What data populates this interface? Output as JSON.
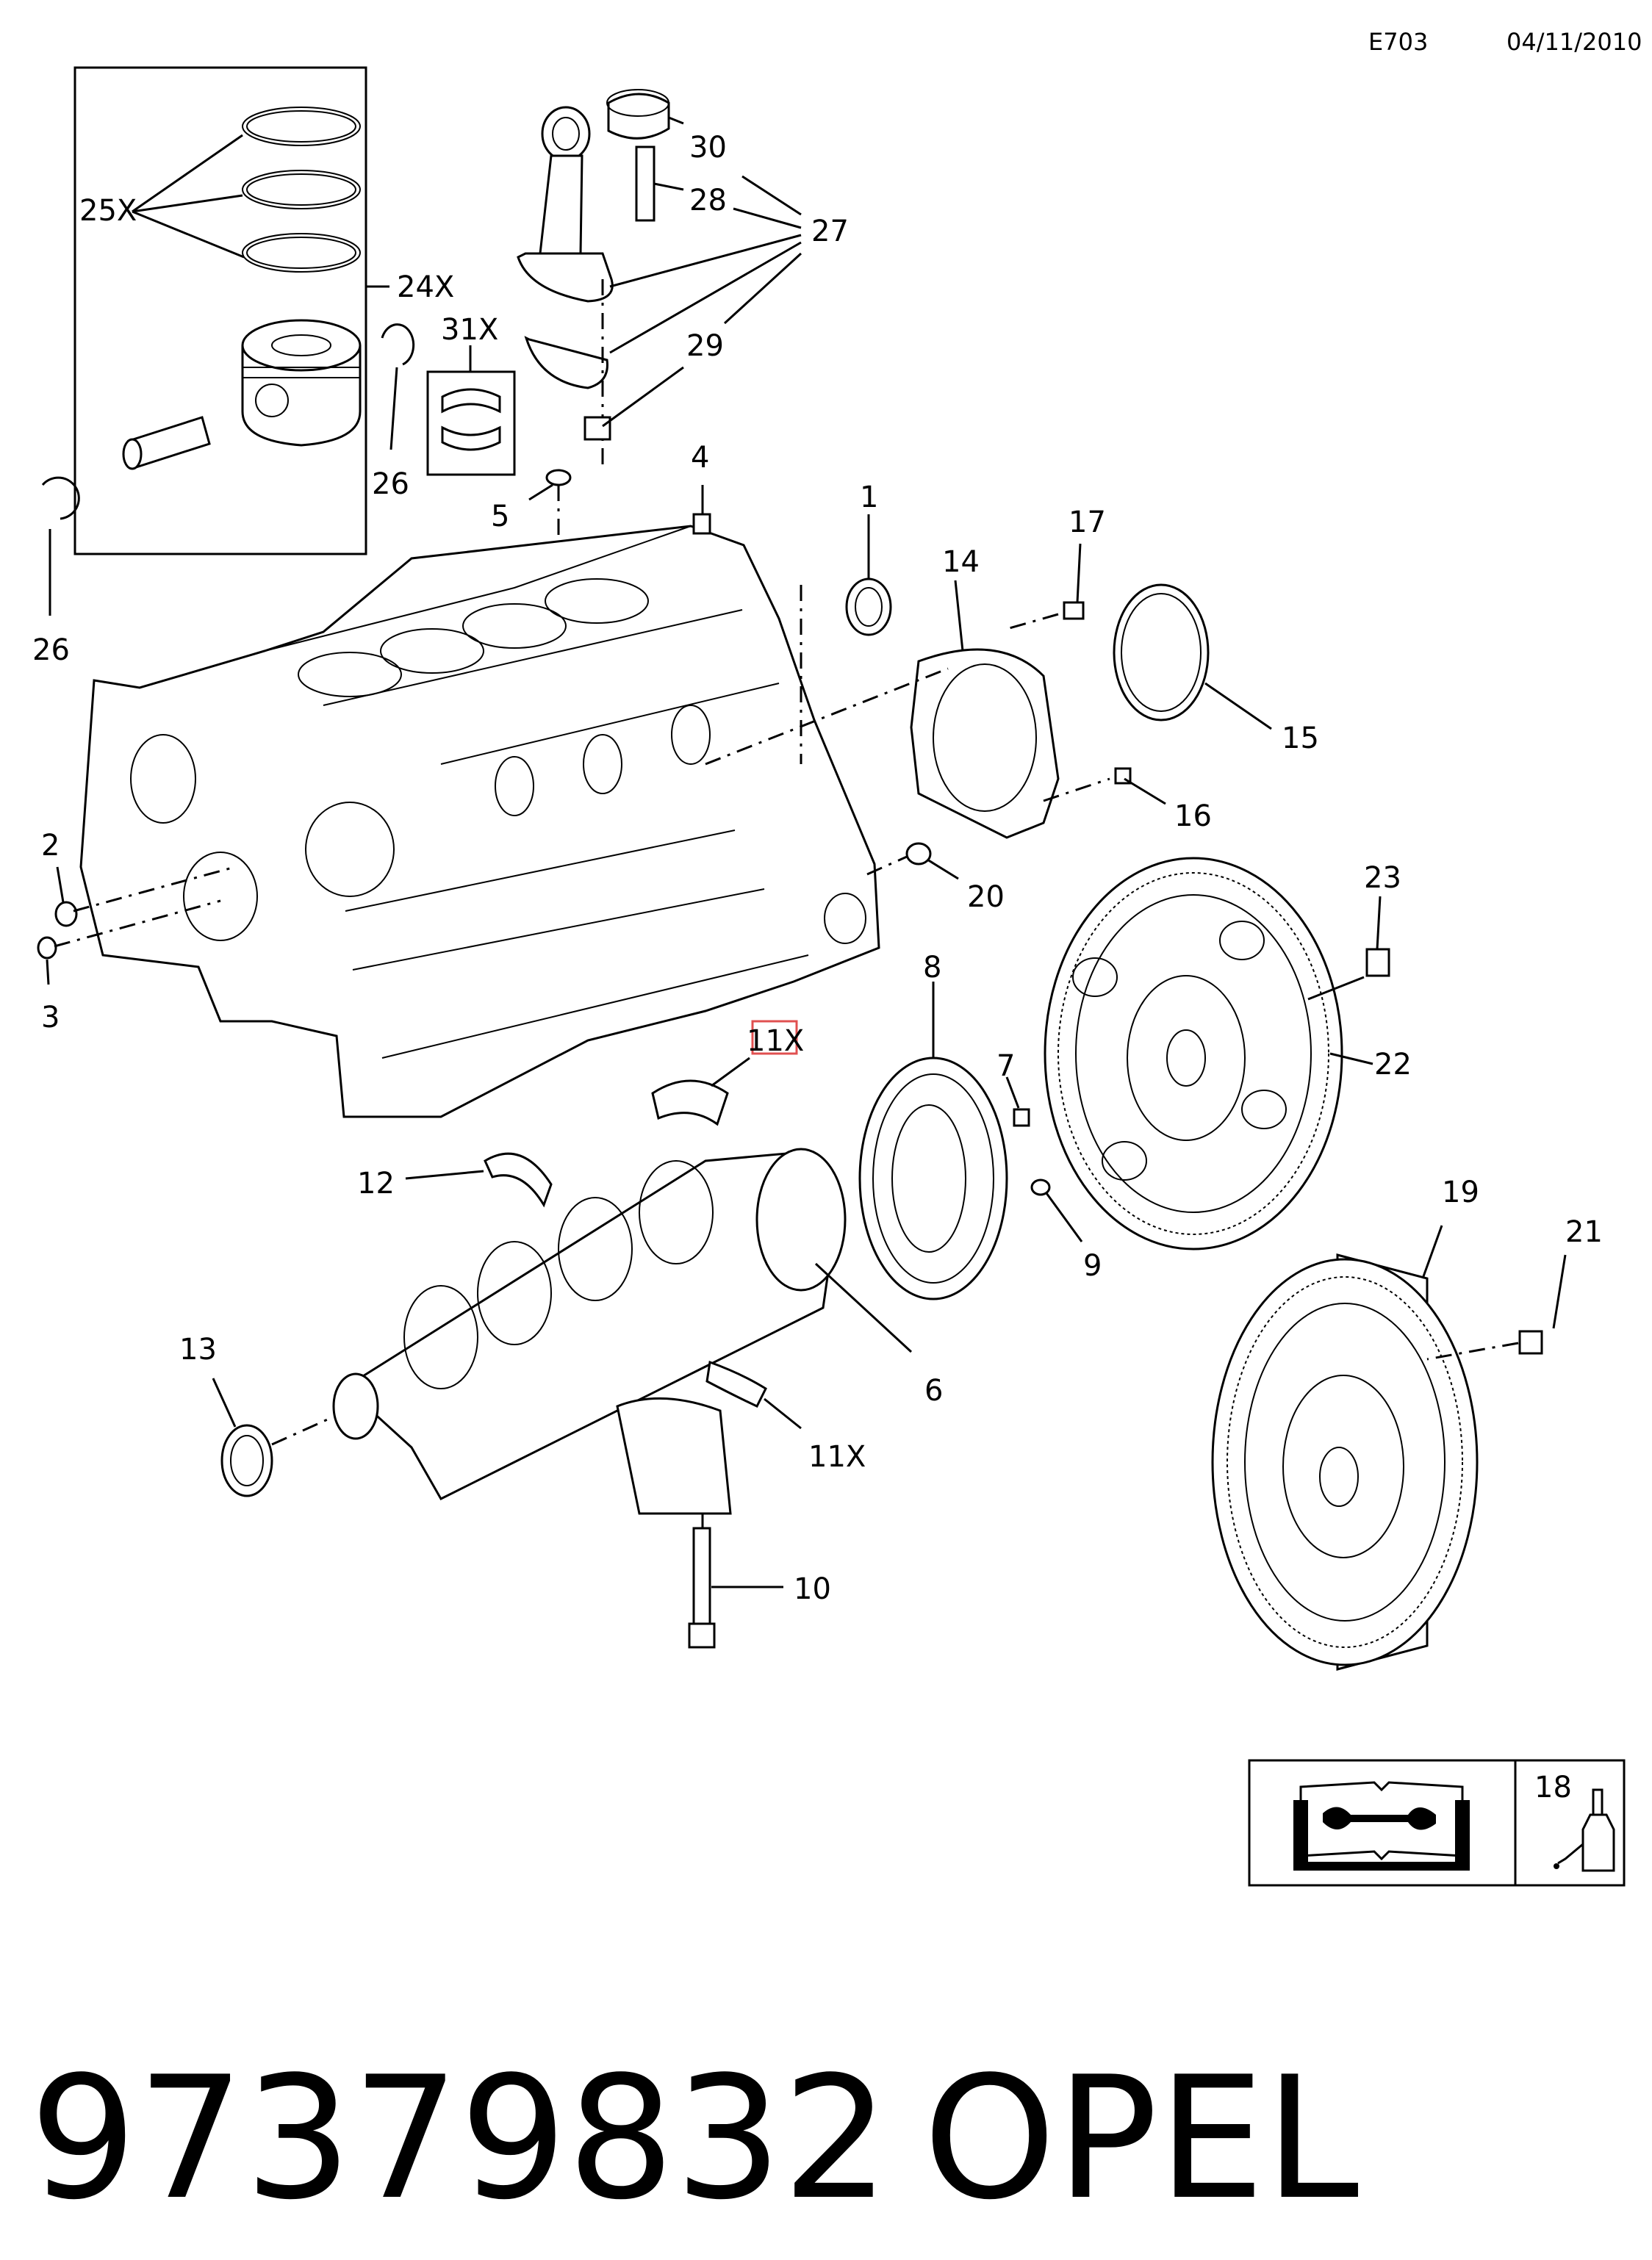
{
  "header": {
    "code": "E703",
    "date": "04/11/2010"
  },
  "footer": {
    "part_number": "97379832",
    "brand": "OPEL"
  },
  "callouts": {
    "c1": "1",
    "c2": "2",
    "c3": "3",
    "c4": "4",
    "c5": "5",
    "c6": "6",
    "c7": "7",
    "c8": "8",
    "c9": "9",
    "c10": "10",
    "c11a": "11X",
    "c11b": "11X",
    "c12": "12",
    "c13": "13",
    "c14": "14",
    "c15": "15",
    "c16": "16",
    "c17": "17",
    "c18": "18",
    "c19": "19",
    "c20": "20",
    "c21": "21",
    "c22": "22",
    "c23": "23",
    "c24": "24X",
    "c25": "25X",
    "c26a": "26",
    "c26b": "26",
    "c27": "27",
    "c28": "28",
    "c29": "29",
    "c30": "30",
    "c31": "31X"
  },
  "highlight": {
    "color": "#e05050",
    "target": "11X"
  },
  "icons": {
    "manual": "manual-wrench-icon",
    "sealant": "sealant-bottle-icon"
  }
}
